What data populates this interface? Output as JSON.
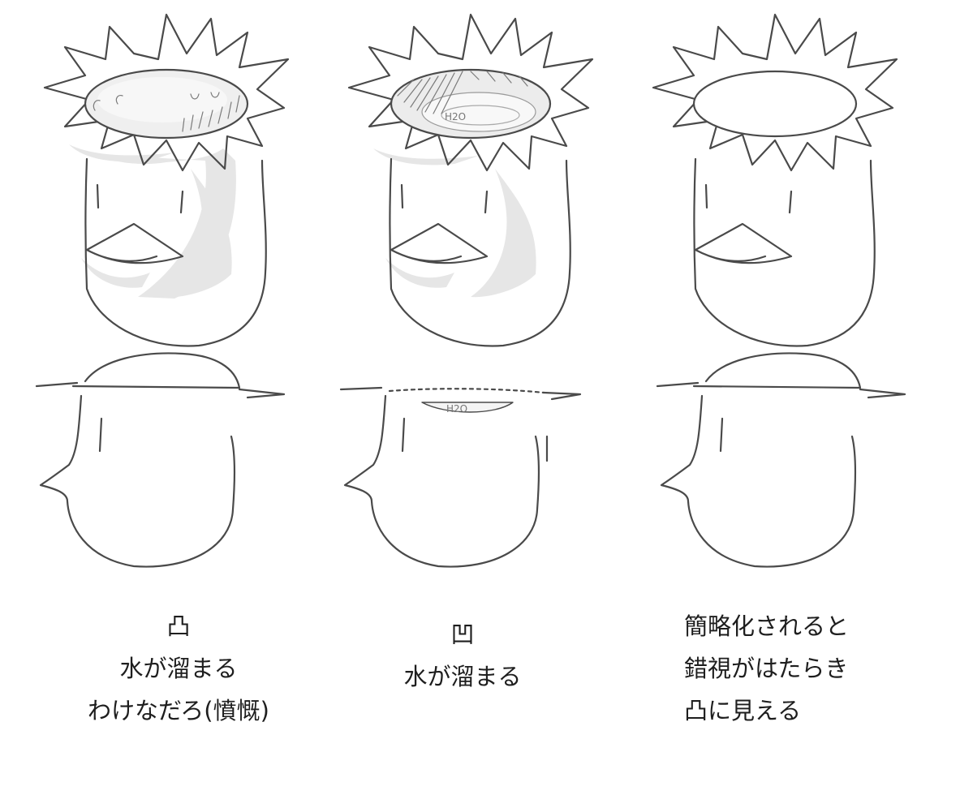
{
  "captions": {
    "left": {
      "line1": "凸",
      "line2": "水が溜まる",
      "line3": "わけなだろ(憤慨)"
    },
    "middle": {
      "line1": "凹",
      "line2": "水が溜まる"
    },
    "right": {
      "line1": "簡略化されると",
      "line2": "錯視がはたらき",
      "line3": "凸に見える"
    }
  },
  "labels": {
    "water_top": "H2O",
    "water_side": "H2O"
  },
  "colors": {
    "line": "#4a4a4a",
    "shade": "#e6e6e6",
    "background": "#ffffff"
  }
}
